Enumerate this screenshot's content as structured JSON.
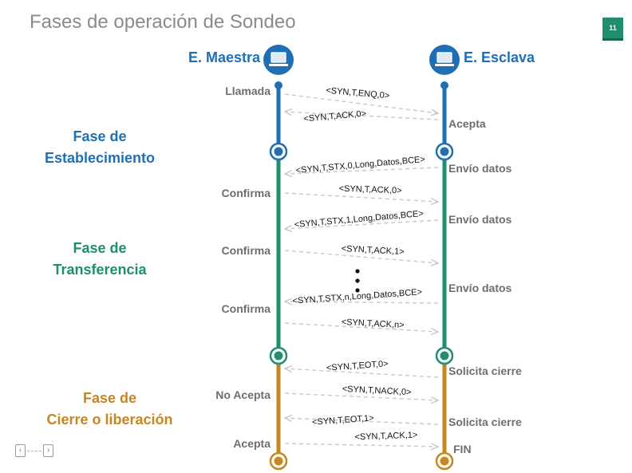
{
  "slide": {
    "title": "Fases de operación de Sondeo",
    "page_number": "11"
  },
  "nav": {
    "prev": "‹",
    "next": "›"
  },
  "stations": {
    "master": {
      "label": "E. Maestra",
      "color": "#1f6fb5",
      "icon": "computer-icon"
    },
    "slave": {
      "label": "E. Esclava",
      "color": "#1f6fb5",
      "icon": "computer-icon"
    }
  },
  "phases": [
    {
      "title_line1": "Fase de",
      "title_line2": "Establecimiento",
      "color": "#1f6fb5"
    },
    {
      "title_line1": "Fase de",
      "title_line2": "Transferencia",
      "color": "#1e8e6e"
    },
    {
      "title_line1": "Fase de",
      "title_line2": "Cierre o liberación",
      "color": "#c8861e"
    }
  ],
  "master_events": [
    "Llamada",
    "Confirma",
    "Confirma",
    "Confirma",
    "No Acepta",
    "Acepta"
  ],
  "slave_events": [
    "Acepta",
    "Envío datos",
    "Envío datos",
    "Envío datos",
    "Solicita cierre",
    "Solicita cierre",
    "FIN"
  ],
  "messages": [
    {
      "text": "<SYN,T,ENQ,0>",
      "direction": "to-slave"
    },
    {
      "text": "<SYN,T,ACK,0>",
      "direction": "to-master"
    },
    {
      "text": "<SYN,T,STX,0,Long,Datos,BCE>",
      "direction": "to-master"
    },
    {
      "text": "<SYN,T,ACK,0>",
      "direction": "to-slave"
    },
    {
      "text": "<SYN,T,STX,1,Long,Datos,BCE>",
      "direction": "to-master"
    },
    {
      "text": "<SYN,T,ACK,1>",
      "direction": "to-slave"
    },
    {
      "text": "<SYN,T,STX,n,Long,Datos,BCE>",
      "direction": "to-master"
    },
    {
      "text": "<SYN,T,ACK,n>",
      "direction": "to-slave"
    },
    {
      "text": "<SYN,T,EOT,0>",
      "direction": "to-master"
    },
    {
      "text": "<SYN,T,NACK,0>",
      "direction": "to-slave"
    },
    {
      "text": "<SYN,T,EOT,1>",
      "direction": "to-master"
    },
    {
      "text": "<SYN,T,ACK,1>",
      "direction": "to-slave"
    }
  ],
  "colors": {
    "text_gray": "#6e6e6e",
    "arrow_gray": "#c9c9c9",
    "node_fill": "#ffffff"
  }
}
